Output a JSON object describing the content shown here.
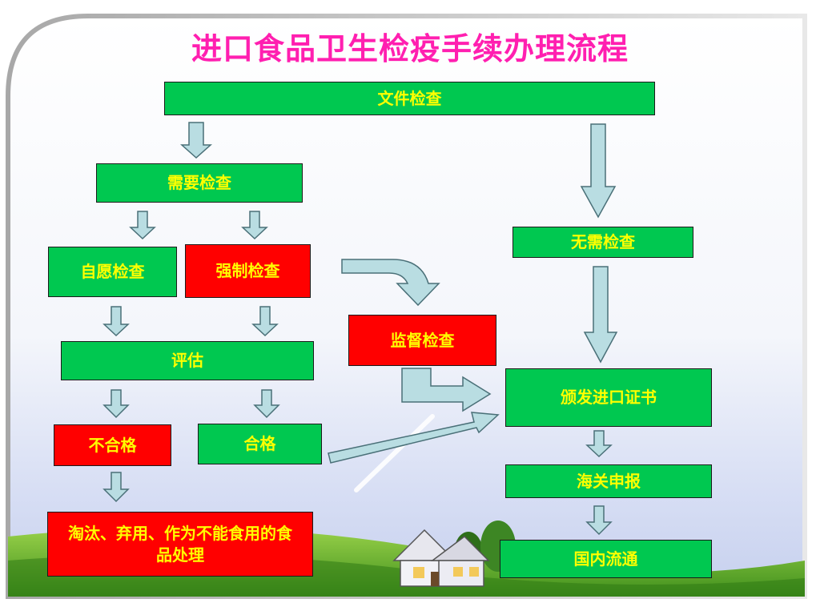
{
  "title": "进口食品卫生检疫手续办理流程",
  "colors": {
    "title": "#ff1fb0",
    "box_green": "#00c850",
    "box_red": "#ff0000",
    "box_text": "#ffff00",
    "arrow_fill": "#b9dde2",
    "arrow_stroke": "#4a7078"
  },
  "nodes": {
    "document_check": "文件检查",
    "inspection_required": "需要检查",
    "no_inspection_required": "无需检查",
    "voluntary_inspection": "自愿检查",
    "mandatory_inspection": "强制检查",
    "supervised_inspection": "监督检查",
    "evaluation": "评估",
    "issue_import_certificate": "颁发进口证书",
    "unqualified": "不合格",
    "qualified": "合格",
    "customs_declaration": "海关申报",
    "eliminate_discard": "淘汰、弃用、作为不能食用的食品处理",
    "domestic_circulation": "国内流通"
  }
}
